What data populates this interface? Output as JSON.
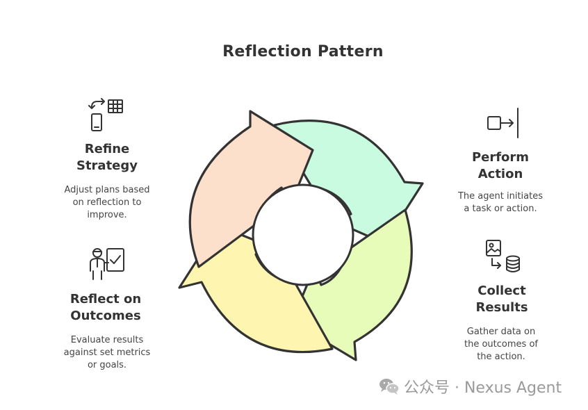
{
  "title": "Reflection Pattern",
  "steps": [
    {
      "id": "refine-strategy",
      "title_line1": "Refine",
      "title_line2": "Strategy",
      "desc_line1": "Adjust plans based",
      "desc_line2": "on reflection to",
      "desc_line3": "improve.",
      "icon": "refresh-flow-icon",
      "color": "#fde0cb"
    },
    {
      "id": "perform-action",
      "title_line1": "Perform",
      "title_line2": "Action",
      "desc_line1": "The agent initiates",
      "desc_line2": "a task or action.",
      "desc_line3": "",
      "icon": "enter-icon",
      "color": "#c9fbe0"
    },
    {
      "id": "collect-results",
      "title_line1": "Collect",
      "title_line2": "Results",
      "desc_line1": "Gather data on",
      "desc_line2": "the outcomes of",
      "desc_line3": "the action.",
      "icon": "image-to-database-icon",
      "color": "#e7fcb9"
    },
    {
      "id": "reflect-on-outcomes",
      "title_line1": "Reflect on",
      "title_line2": "Outcomes",
      "desc_line1": "Evaluate results",
      "desc_line2": "against set metrics",
      "desc_line3": "or goals.",
      "icon": "person-checklist-icon",
      "color": "#fdf5b0"
    }
  ],
  "watermark": {
    "text": "公众号 · Nexus Agent",
    "icon": "wechat-icon"
  }
}
